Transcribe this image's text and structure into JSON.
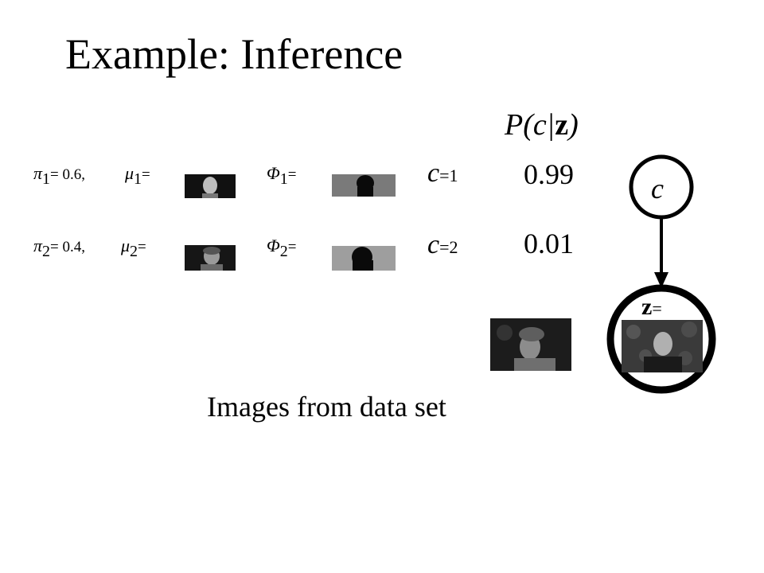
{
  "title": "Example: Inference",
  "column_header": {
    "prefix": "P(c|",
    "bold": "z",
    "suffix": ")"
  },
  "components": [
    {
      "pi_label": "π",
      "index": "1",
      "pi_value": "= 0.6,",
      "mu_label": "μ",
      "mu_eq": "=",
      "phi_label": "Φ",
      "phi_eq": "=",
      "c_label": "c",
      "c_eq": "=1",
      "probability": "0.99"
    },
    {
      "pi_label": "π",
      "index": "2",
      "pi_value": "= 0.4,",
      "mu_label": "μ",
      "mu_eq": "=",
      "phi_label": "Φ",
      "phi_eq": "=",
      "c_label": "c",
      "c_eq": "=2",
      "probability": "0.01"
    }
  ],
  "node_c_label": "c",
  "node_z": {
    "label": "z",
    "eq": "="
  },
  "caption": "Images from data set"
}
